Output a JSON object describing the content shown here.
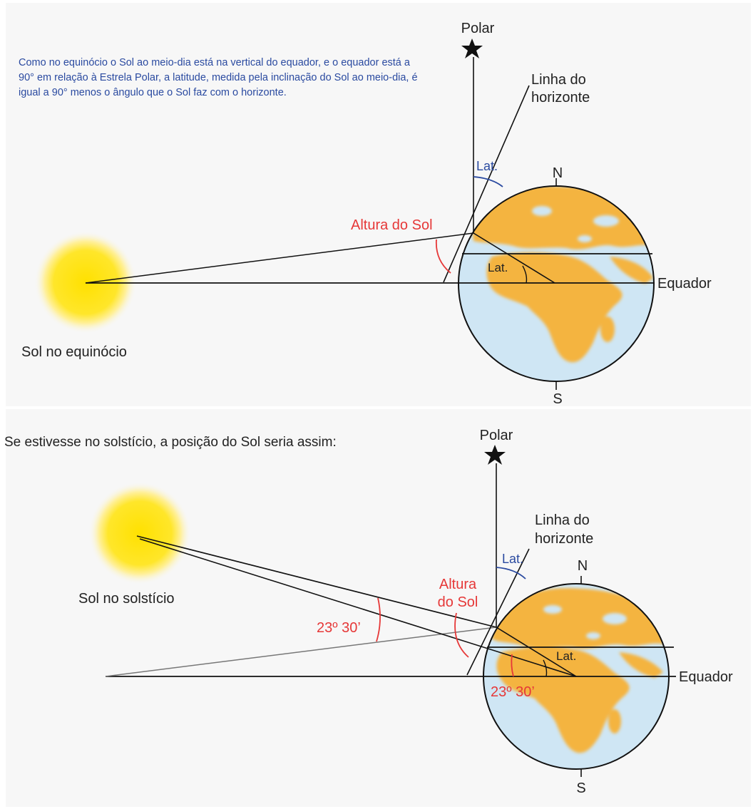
{
  "top": {
    "note": "Como no equinócio o Sol ao meio-dia está na vertical do equador, e o equador está a 90° em relação à Estrela Polar, a latitude, medida pela inclinação do Sol ao meio-dia, é igual a 90° menos o ângulo que o Sol faz com o horizonte.",
    "polar_label": "Polar",
    "horizon_label_line1": "Linha do",
    "horizon_label_line2": "horizonte",
    "lat_label_upper": "Lat.",
    "lat_label_inner": "Lat.",
    "north_label": "N",
    "south_label": "S",
    "sun_altitude_label": "Altura do Sol",
    "equator_label": "Equador",
    "sun_caption": "Sol no equinócio"
  },
  "bottom": {
    "caption": "Se estivesse no solstício, a posição do Sol seria assim:",
    "polar_label": "Polar",
    "horizon_label_line1": "Linha do",
    "horizon_label_line2": "horizonte",
    "lat_label_upper": "Lat.",
    "lat_label_inner": "Lat.",
    "north_label": "N",
    "south_label": "S",
    "sun_altitude_line1": "Altura",
    "sun_altitude_line2": "do Sol",
    "tilt_angle_left": "23º 30’",
    "tilt_angle_globe": "23º 30’",
    "equator_label": "Equador",
    "sun_caption": "Sol no solstício"
  },
  "colors": {
    "ocean": "#cfe6f4",
    "land": "#f4b440",
    "sun": "#ffe11a",
    "sun_glow": "#fff3a6",
    "note_text": "#2a4aa0",
    "red_label": "#e63838",
    "blue_label": "#2a4aa0"
  }
}
